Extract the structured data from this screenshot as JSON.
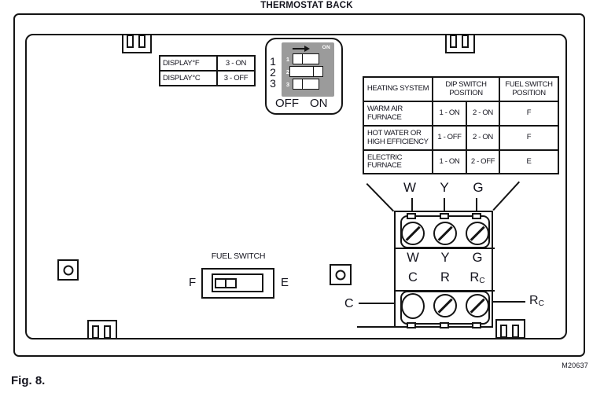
{
  "figure": {
    "title": "THERMOSTAT BACK",
    "caption": "Fig. 8.",
    "drawing_number": "M20637"
  },
  "display_table": {
    "rows": [
      {
        "label": "DISPLAY°F",
        "value": "3 - ON"
      },
      {
        "label": "DISPLAY°C",
        "value": "3 - OFF"
      }
    ]
  },
  "dip_switch": {
    "digits": [
      "1",
      "2",
      "3"
    ],
    "arrow_on_label": "ON",
    "off_label": "OFF",
    "on_label": "ON",
    "positions": [
      "off",
      "on",
      "off"
    ]
  },
  "heating_table": {
    "headers": [
      "HEATING SYSTEM",
      "DIP SWITCH POSITION",
      "FUEL SWITCH POSITION"
    ],
    "rows": [
      {
        "system": "WARM AIR FURNACE",
        "dip1": "1 - ON",
        "dip2": "2 - ON",
        "fuel": "F"
      },
      {
        "system": "HOT WATER OR HIGH EFFICIENCY",
        "dip1": "1 - OFF",
        "dip2": "2 - ON",
        "fuel": "F"
      },
      {
        "system": "ELECTRIC FURNACE",
        "dip1": "1 - ON",
        "dip2": "2 - OFF",
        "fuel": "E"
      }
    ]
  },
  "terminals": {
    "top_labels": [
      "W",
      "Y",
      "G"
    ],
    "row1_labels": [
      "W",
      "Y",
      "G"
    ],
    "row2_labels": [
      "C",
      "R"
    ],
    "rc": {
      "main": "R",
      "sub": "C"
    },
    "left_lead": "C",
    "right_lead": {
      "main": "R",
      "sub": "C"
    }
  },
  "fuel_switch": {
    "label": "FUEL SWITCH",
    "left_label": "F",
    "right_label": "E"
  }
}
